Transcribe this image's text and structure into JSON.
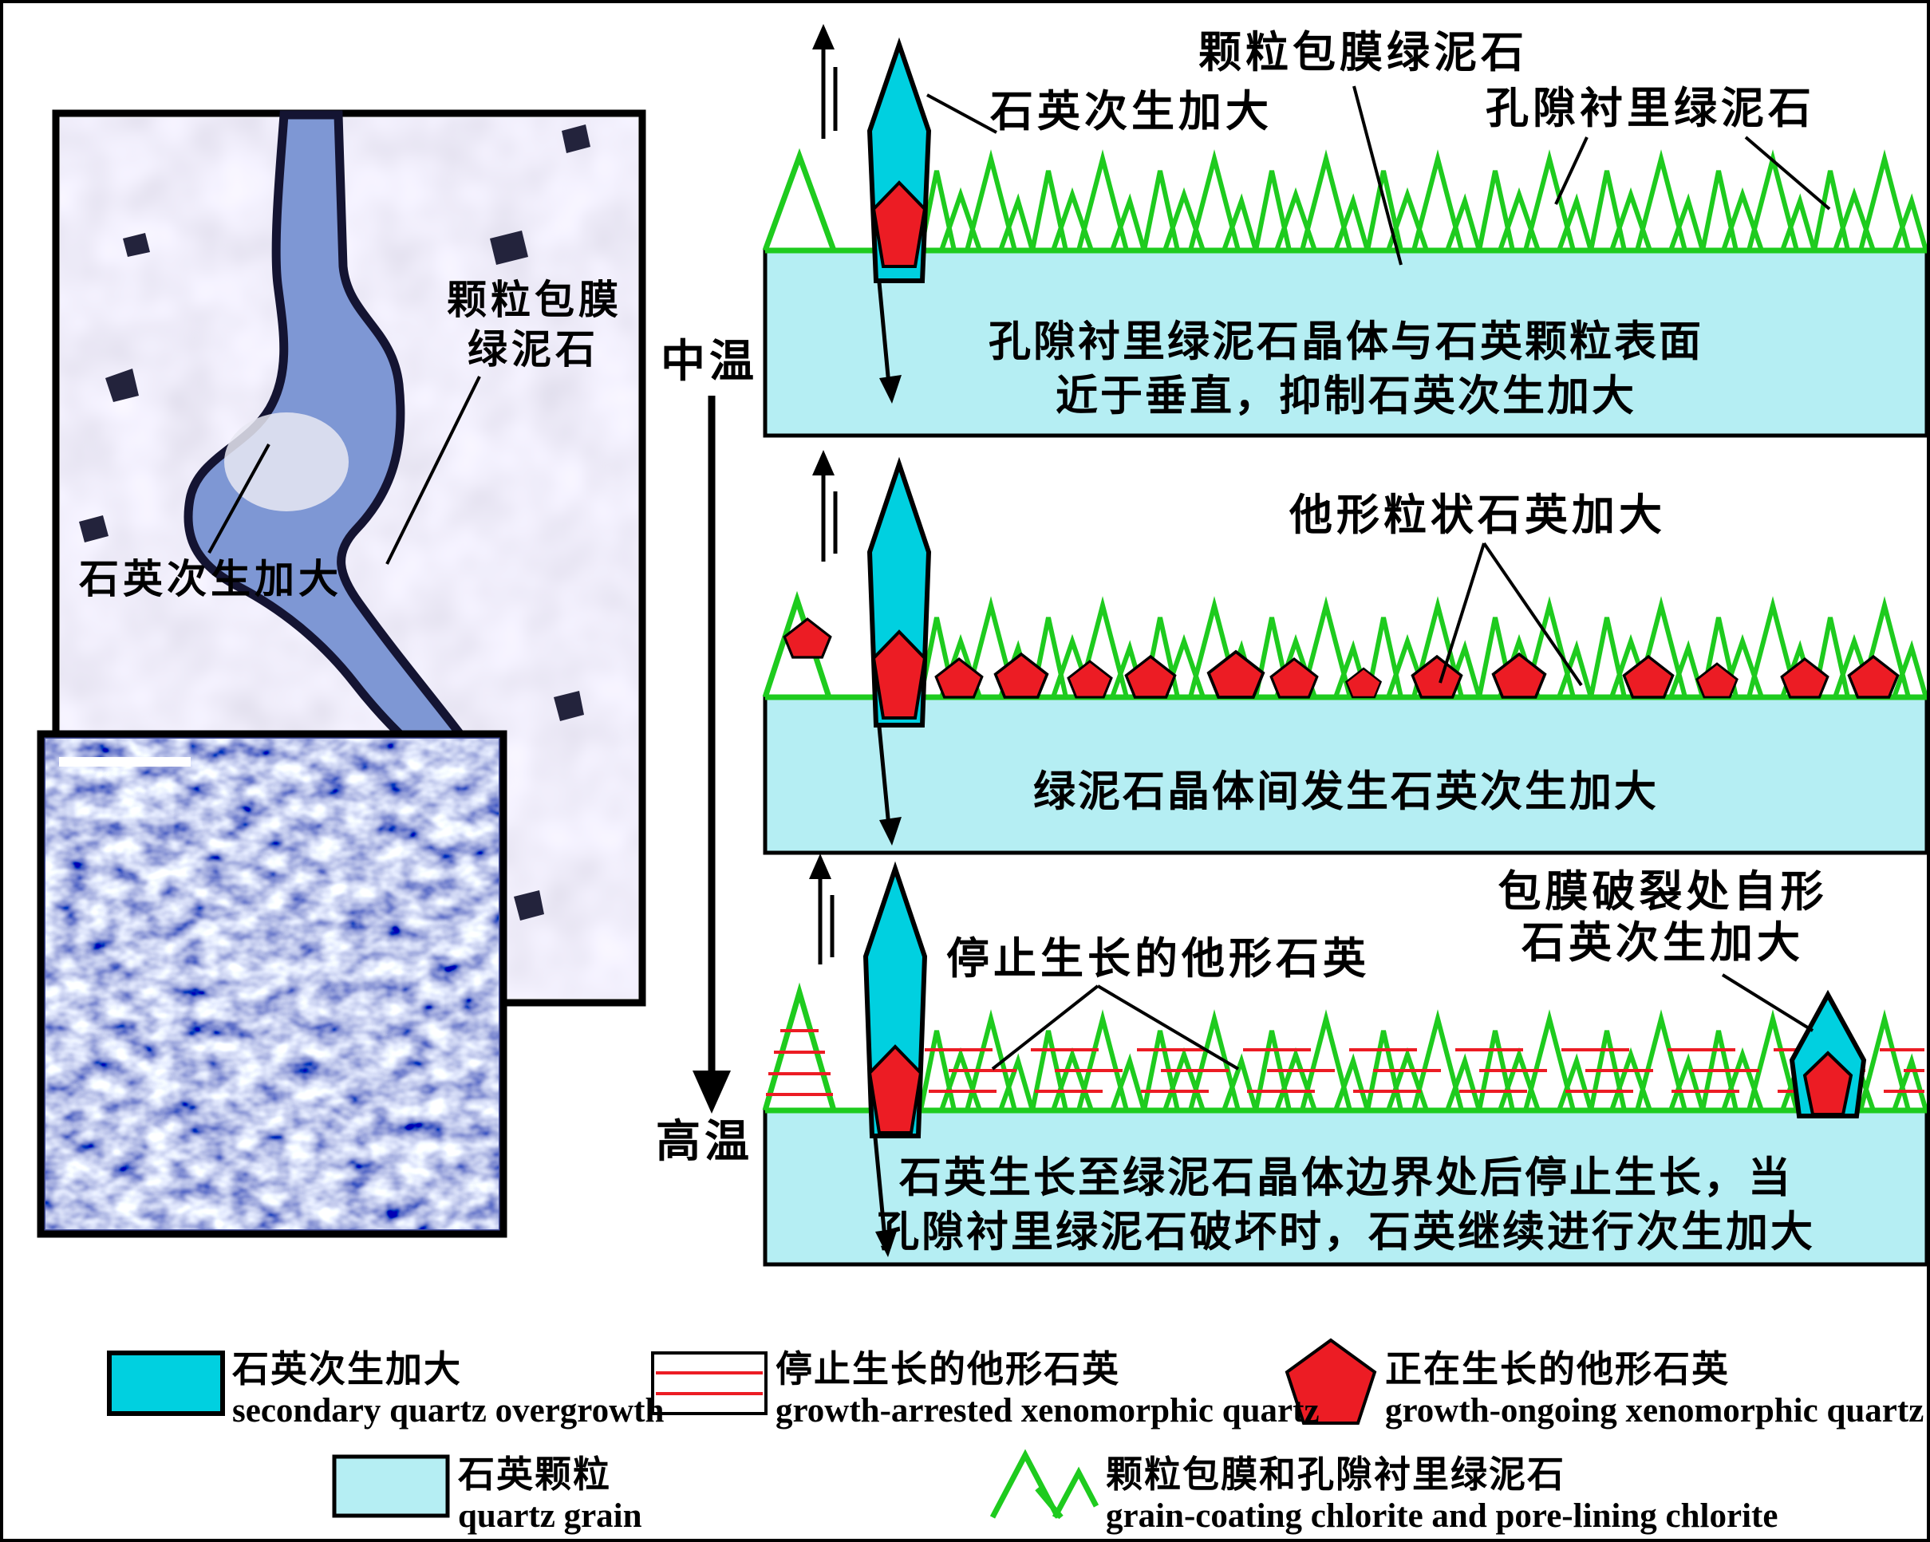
{
  "colors": {
    "secondary_quartz_cyan": "#00d0e0",
    "quartz_grain_cyan": "#b5eef3",
    "chlorite_green": "#1ecb1e",
    "xenomorphic_red": "#ec1c24",
    "line_black": "#000000",
    "pore_blue": "#7e97d4"
  },
  "micrographs": {
    "grain_coating_line1": "颗粒包膜",
    "grain_coating_line2": "绿泥石",
    "overgrowth": "石英次生加大"
  },
  "temperature_axis": {
    "top": "中温",
    "bottom": "高温"
  },
  "panels": {
    "p1": {
      "label_overgrowth": "石英次生加大",
      "label_grain_coating": "颗粒包膜绿泥石",
      "label_pore_lining": "孔隙衬里绿泥石",
      "caption_line1": "孔隙衬里绿泥石晶体与石英颗粒表面",
      "caption_line2": "近于垂直，抑制石英次生加大"
    },
    "p2": {
      "label_xenomorphic": "他形粒状石英加大",
      "caption": "绿泥石晶体间发生石英次生加大"
    },
    "p3": {
      "label_arrested": "停止生长的他形石英",
      "label_fracture_line1": "包膜破裂处自形",
      "label_fracture_line2": "石英次生加大",
      "caption_line1": "石英生长至绿泥石晶体边界处后停止生长，当",
      "caption_line2": "孔隙衬里绿泥石破坏时，石英继续进行次生加大"
    }
  },
  "legend": {
    "overgrowth_zh": "石英次生加大",
    "overgrowth_en": "secondary quartz overgrowth",
    "arrested_zh": "停止生长的他形石英",
    "arrested_en": "growth-arrested xenomorphic quartz",
    "ongoing_zh": "正在生长的他形石英",
    "ongoing_en": "growth-ongoing xenomorphic quartz",
    "grain_zh": "石英颗粒",
    "grain_en": "quartz grain",
    "chlorite_zh": "颗粒包膜和孔隙衬里绿泥石",
    "chlorite_en": "grain-coating chlorite and pore-lining chlorite"
  }
}
